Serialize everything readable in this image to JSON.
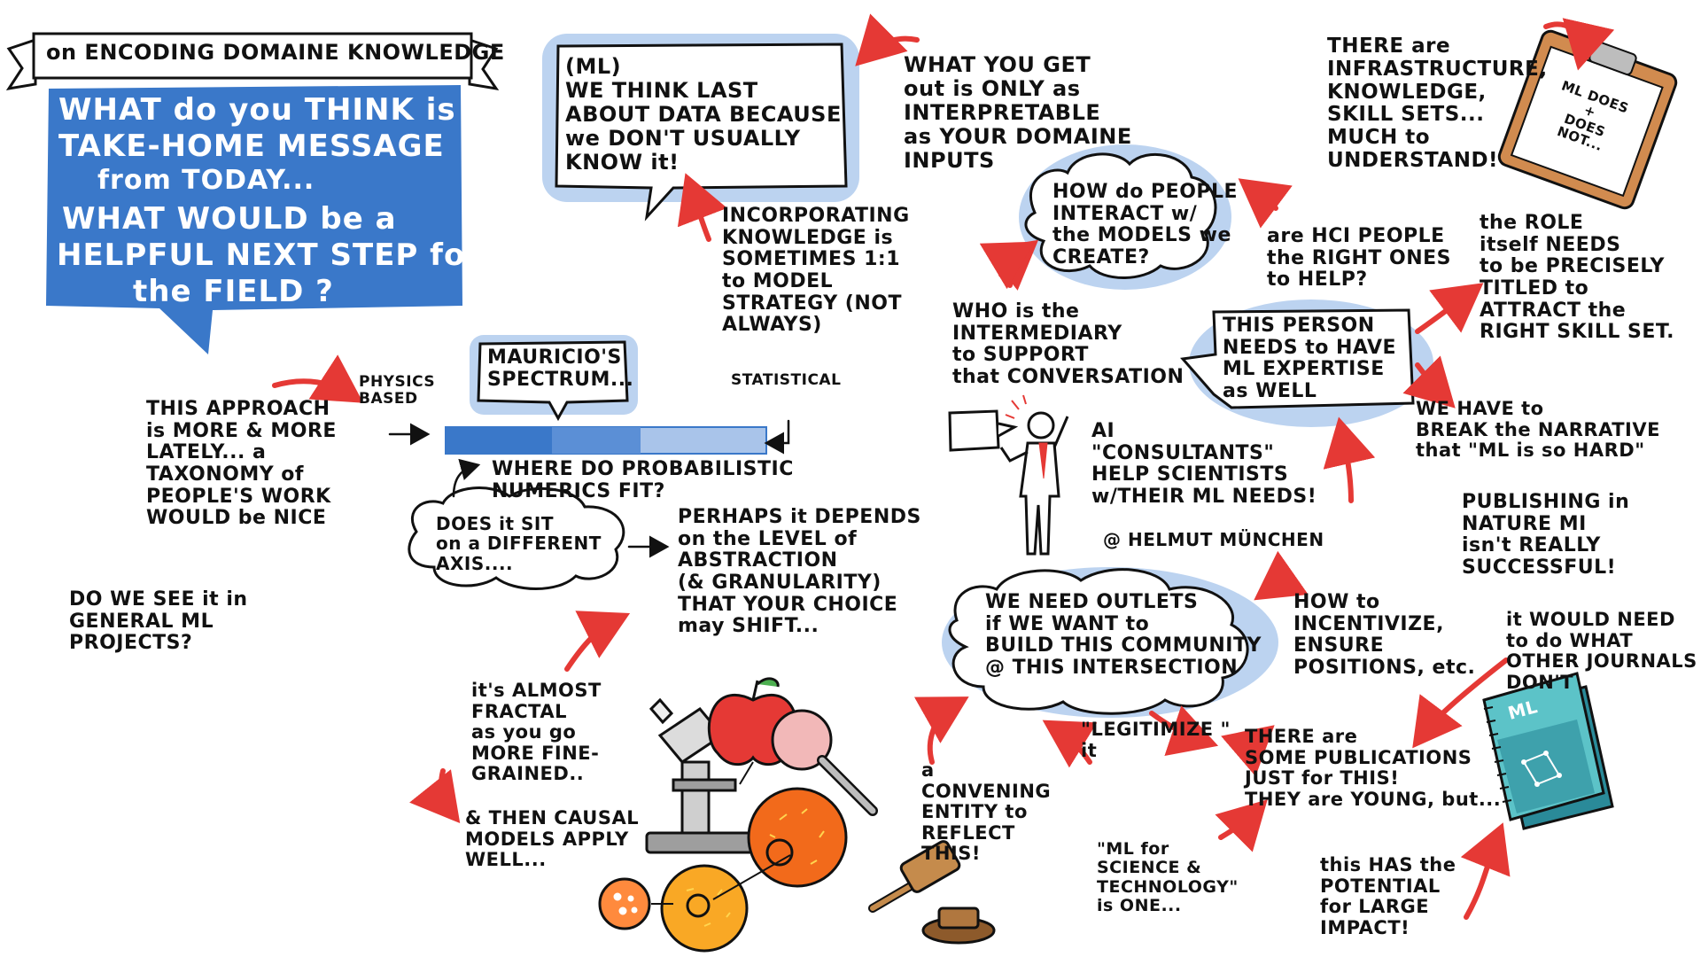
{
  "banner": "on ENCODING DOMAINE KNOWLEDGE",
  "main_question": {
    "line1": "WHAT do you THINK is the",
    "line2": "TAKE-HOME MESSAGE",
    "line3": "from TODAY...",
    "line4": "WHAT WOULD be a",
    "line5": "HELPFUL NEXT STEP for",
    "line6": "the FIELD ?"
  },
  "notes": {
    "ml_data": "(ML)\nWE THINK LAST\nABOUT DATA BECAUSE\nwe DON'T USUALLY\nKNOW it!",
    "interpretable": "WHAT YOU GET\nout is ONLY as\nINTERPRETABLE\nas YOUR DOMAINE\nINPUTS",
    "incorporating": "INCORPORATING\nKNOWLEDGE is\nSOMETIMES 1:1\nto MODEL\nSTRATEGY (NOT\nALWAYS)",
    "infrastructure": "THERE are\nINFRASTRUCTURE,\nKNOWLEDGE,\nSKILL SETS...\nMUCH to\nUNDERSTAND!",
    "clipboard": "ML DOES\n+\nDOES\nNOT...",
    "hci_interact": "HOW do PEOPLE\nINTERACT w/\nthe MODELS we\nCREATE?",
    "hci_people": "are HCI PEOPLE\nthe RIGHT ONES\nto HELP?",
    "role": "the ROLE\nitself NEEDS\nto be PRECISELY\nTITLED to\nATTRACT the\nRIGHT SKILL SET.",
    "intermediary": "WHO is the\nINTERMEDIARY\nto SUPPORT\nthat CONVERSATION",
    "ml_expertise": "THIS PERSON\nNEEDS to HAVE\nML EXPERTISE\nas WELL",
    "narrative": "WE HAVE to\nBREAK the NARRATIVE\nthat \"ML is so HARD\"",
    "ai_consultants": "AI\n\"CONSULTANTS\"\nHELP SCIENTISTS\nw/THEIR ML NEEDS!",
    "helmut": "@ HELMUT MÜNCHEN",
    "publishing": "PUBLISHING in\nNATURE MI\nisn't REALLY\nSUCCESSFUL!",
    "taxonomy": "THIS APPROACH\nis MORE & MORE\nLATELY... a\nTAXONOMY of\nPEOPLE'S WORK\nWOULD be NICE",
    "physics": "PHYSICS\nBASED",
    "mauricio": "MAURICIO'S\nSPECTRUM...",
    "statistical": "STATISTICAL",
    "prob_numerics": "WHERE DO PROBABILISTIC\nNUMERICS FIT?",
    "diff_axis": "DOES it SIT\non a DIFFERENT\nAXIS....",
    "abstraction": "PERHAPS it DEPENDS\non the LEVEL of\nABSTRACTION\n(& GRANULARITY)\nTHAT YOUR CHOICE\nmay SHIFT...",
    "general_ml": "DO WE SEE it in\nGENERAL ML\nPROJECTS?",
    "outlets": "WE NEED OUTLETS\nif WE WANT to\nBUILD THIS COMMUNITY\n@ THIS INTERSECTION",
    "incentivize": "HOW to\nINCENTIVIZE,\nENSURE\nPOSITIONS, etc.",
    "other_journals": "it WOULD NEED\nto do WHAT\nOTHER JOURNALS\nDON'T",
    "fractal": "it's ALMOST\nFRACTAL\nas you go\nMORE FINE-\nGRAINED..",
    "causal": "& THEN CAUSAL\nMODELS APPLY\nWELL...",
    "convening": "a\nCONVENING\nENTITY to\nREFLECT\nTHIS!",
    "legitimize": "\"LEGITIMIZE \"\nit",
    "publications": "THERE are\nSOME PUBLICATIONS\nJUST for THIS!\nTHEY are YOUNG, but...",
    "ml_science": "\"ML for\nSCIENCE &\nTECHNOLOGY\"\nis ONE...",
    "potential": "this HAS the\nPOTENTIAL\nfor LARGE\nIMPACT!",
    "book_label": "ML"
  },
  "colors": {
    "bubble_blue": "#3a78c9",
    "halo_blue": "#bcd3f0",
    "arrow_red": "#e53935",
    "ink": "#111111"
  }
}
